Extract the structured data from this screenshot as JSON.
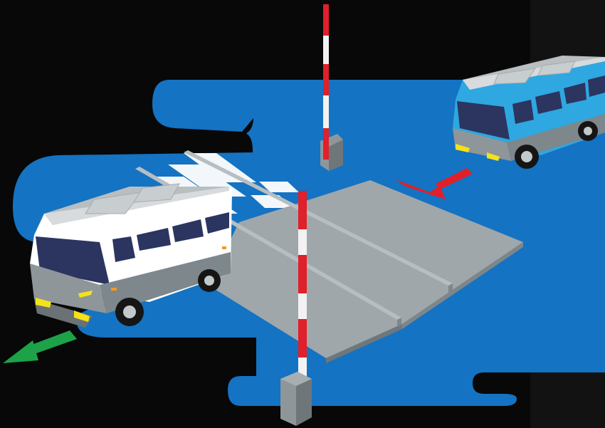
{
  "colors": {
    "background": "#080808",
    "panel": "#121212",
    "blob": "#1473C2",
    "platform": "#9FA7AB",
    "barrier_red": "#E0202A",
    "barrier_white": "#F2F2F2",
    "post": "#8E969A",
    "exit_arrow": "#1DA24A",
    "entry_arrow": "#E0202A",
    "bus_left_body": "#FFFFFF",
    "bus_right_body": "#2FA7E0",
    "bus_roof": "#B9BEC1",
    "bus_window": "#2B3560",
    "headlight": "#F4E21A"
  },
  "scene": {
    "elements": [
      {
        "name": "background-blob",
        "kind": "shape"
      },
      {
        "name": "pedestrian-crossing",
        "kind": "stripes"
      },
      {
        "name": "weighbridge-platform",
        "kind": "shape"
      },
      {
        "name": "guide-rail",
        "kind": "bar"
      },
      {
        "name": "barrier-gate-entry",
        "kind": "boom"
      },
      {
        "name": "barrier-gate-exit",
        "kind": "boom"
      },
      {
        "name": "bus-exiting",
        "kind": "vehicle"
      },
      {
        "name": "bus-arriving",
        "kind": "vehicle"
      },
      {
        "name": "exit-arrow",
        "kind": "arrow",
        "direction": "down-left"
      },
      {
        "name": "entry-arrow",
        "kind": "arrow",
        "direction": "down-left"
      }
    ]
  }
}
